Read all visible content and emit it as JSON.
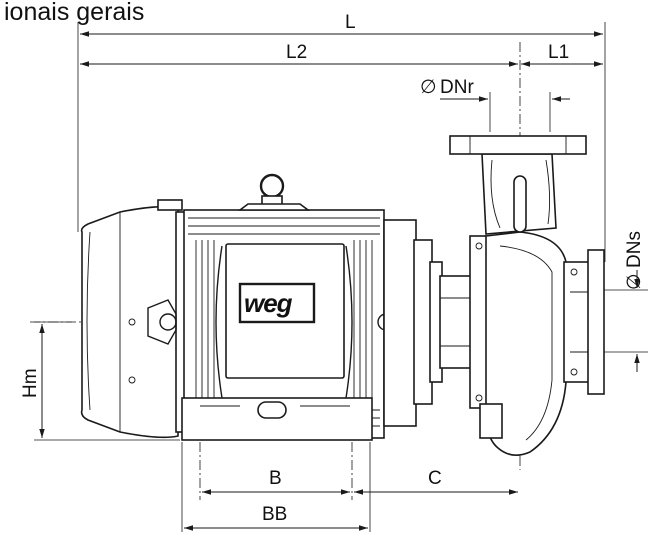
{
  "title": "ionais gerais",
  "brand": "weg",
  "dimensions": {
    "L": "L",
    "L2": "L2",
    "L1": "L1",
    "DNr": "DNr",
    "DNs": "DNs",
    "Hm": "Hm",
    "B": "B",
    "BB": "BB",
    "C": "C"
  },
  "symbols": {
    "diameter": "∅"
  }
}
